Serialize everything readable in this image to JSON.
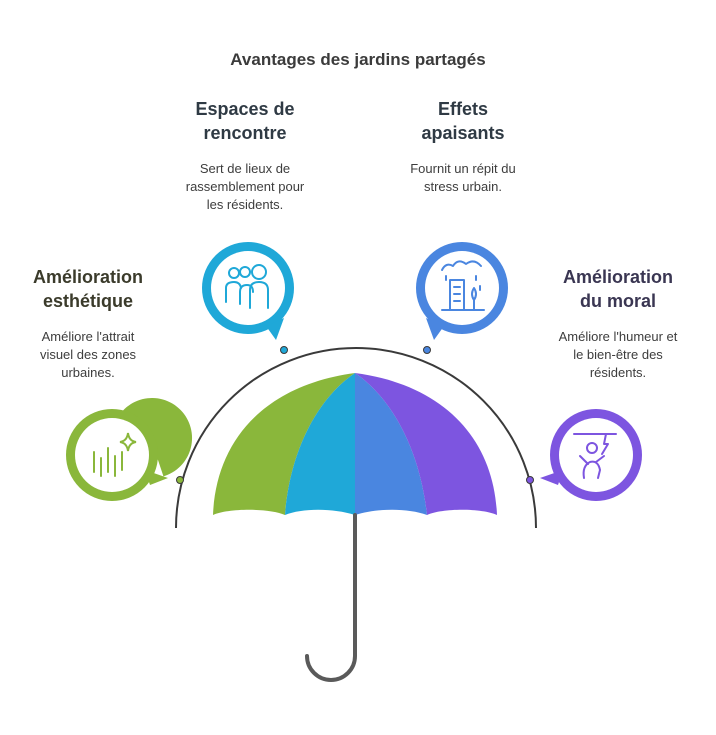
{
  "title": "Avantages des jardins partagés",
  "benefits": [
    {
      "heading": "Amélioration\nesthétique",
      "description": "Améliore l'attrait\nvisuel des zones\nurbaines.",
      "color": "#8ab73b",
      "heading_color": "#3b3b2b",
      "icon": "sparkle-bars-icon"
    },
    {
      "heading": "Espaces de\nrencontre",
      "description": "Sert de lieux de\nrassemblement pour\nles résidents.",
      "color": "#1fa8d8",
      "heading_color": "#2f3a44",
      "icon": "people-group-icon"
    },
    {
      "heading": "Effets\napaisants",
      "description": "Fournit un répit du\nstress urbain.",
      "color": "#4a86e0",
      "heading_color": "#2f3a44",
      "icon": "city-rain-icon"
    },
    {
      "heading": "Amélioration\ndu moral",
      "description": "Améliore l'humeur et\nle bien-être des\nrésidents.",
      "color": "#7d55e0",
      "heading_color": "#3a3652",
      "icon": "happy-person-icon"
    }
  ],
  "umbrella": {
    "handle_color": "#5a5a5a",
    "arc_color": "#3a3a3a"
  }
}
